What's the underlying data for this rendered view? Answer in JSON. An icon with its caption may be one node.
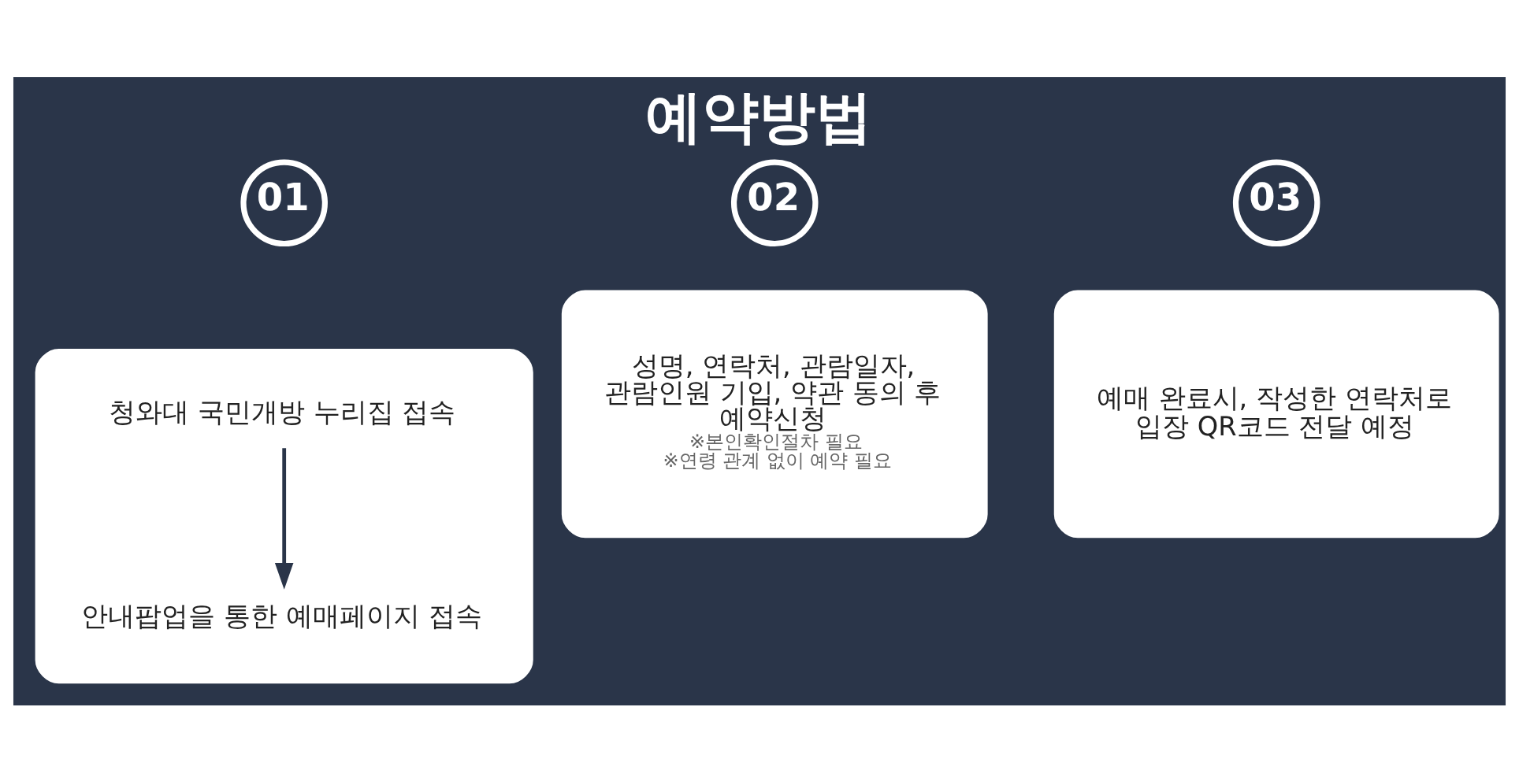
{
  "diagram": {
    "title": "예약방법",
    "nodes": [
      {
        "text": [
          "01"
        ]
      },
      {
        "text": [],
        "shape": "box"
      },
      {
        "text": [
          "청와대 국민개방 누리집 접속"
        ],
        "in": 1
      },
      {
        "text": [
          "안내팝업을 통한 예매페이지 접속"
        ],
        "in": 1
      },
      {
        "text": [
          "02"
        ]
      },
      {
        "text": [
          "성명, 연락처, 관람일자, 관람인원 기입, 약관 동의 후 예약신청",
          "※본인확인절차 필요",
          "※연령 관계 없이 예약 필요"
        ]
      },
      {
        "text": [
          "03"
        ]
      },
      {
        "text": [
          "예매 완료시, 작성한 연락처로 입장 QR코드 전달 예정"
        ]
      }
    ],
    "edges": [
      {
        "from": 2,
        "to": 3,
        "arrow": "to"
      }
    ]
  }
}
